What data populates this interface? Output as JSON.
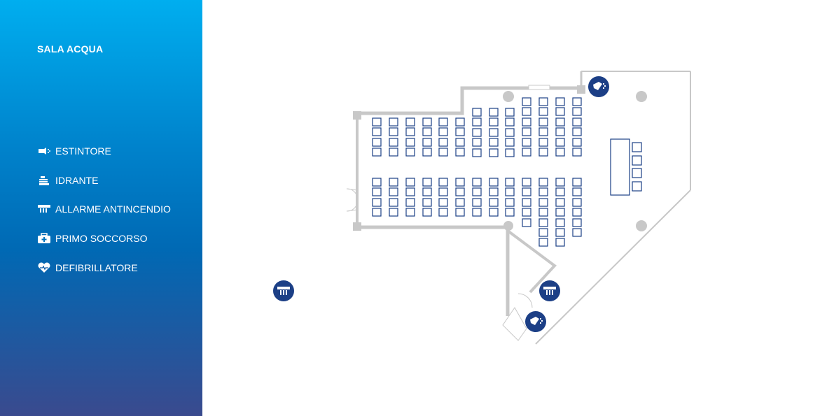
{
  "room": {
    "title": "SALA ACQUA"
  },
  "legend": [
    {
      "label": "ESTINTORE",
      "icon": "fire-extinguisher-icon"
    },
    {
      "label": "IDRANTE",
      "icon": "hydrant-icon"
    },
    {
      "label": "ALLARME ANTINCENDIO",
      "icon": "fire-alarm-icon"
    },
    {
      "label": "PRIMO SOCCORSO",
      "icon": "first-aid-icon"
    },
    {
      "label": "DEFIBRILLATORE",
      "icon": "defibrillator-icon"
    }
  ],
  "colors": {
    "wall": "#c8c8c8",
    "seat": "#1c3f86",
    "marker": "#1c3f86",
    "sidebar_top": "#00aeef",
    "sidebar_bottom": "#3a4a8e"
  },
  "plan": {
    "seating": "theatre layout, 13 columns in two blocks",
    "markers": [
      {
        "type": "fire-extinguisher",
        "location": "top-right corner"
      },
      {
        "type": "fire-alarm",
        "location": "outside left"
      },
      {
        "type": "fire-alarm",
        "location": "near lower entrance"
      },
      {
        "type": "fire-extinguisher",
        "location": "lower entrance"
      }
    ]
  }
}
